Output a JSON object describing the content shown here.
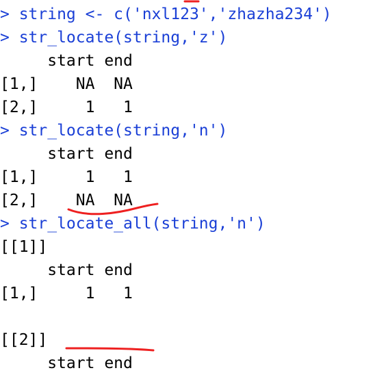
{
  "console": {
    "lines": [
      {
        "kind": "cmd",
        "text": "> string <- c('nxl123','zhazha234')"
      },
      {
        "kind": "cmd",
        "text": "> str_locate(string,'z')"
      },
      {
        "kind": "out",
        "text": "     start end"
      },
      {
        "kind": "out",
        "text": "[1,]    NA  NA"
      },
      {
        "kind": "out",
        "text": "[2,]     1   1"
      },
      {
        "kind": "cmd",
        "text": "> str_locate(string,'n')"
      },
      {
        "kind": "out",
        "text": "     start end"
      },
      {
        "kind": "out",
        "text": "[1,]     1   1"
      },
      {
        "kind": "out",
        "text": "[2,]    NA  NA"
      },
      {
        "kind": "cmd",
        "text": "> str_locate_all(string,'n')"
      },
      {
        "kind": "out",
        "text": "[[1]]"
      },
      {
        "kind": "out",
        "text": "     start end"
      },
      {
        "kind": "out",
        "text": "[1,]     1   1"
      },
      {
        "kind": "out",
        "text": ""
      },
      {
        "kind": "out",
        "text": "[[2]]"
      },
      {
        "kind": "out",
        "text": "     start end"
      }
    ]
  },
  "colors": {
    "command": "#1a3fd6",
    "output": "#000000",
    "annotation": "#ee2020",
    "background": "#ffffff"
  }
}
